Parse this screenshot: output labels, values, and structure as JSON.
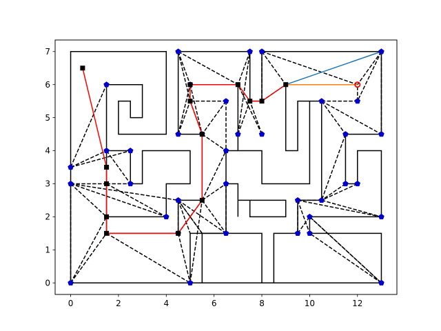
{
  "chart_data": {
    "type": "scatter",
    "title": "",
    "xlabel": "",
    "ylabel": "",
    "xlim": [
      -0.65,
      13.65
    ],
    "ylim": [
      -0.35,
      7.35
    ],
    "grid": false,
    "xticks": [
      0,
      2,
      4,
      6,
      8,
      10,
      12
    ],
    "xtick_labels": [
      "0",
      "2",
      "4",
      "6",
      "8",
      "10",
      "12"
    ],
    "yticks": [
      0,
      1,
      2,
      3,
      4,
      5,
      6,
      7
    ],
    "ytick_labels": [
      "0",
      "1",
      "2",
      "3",
      "4",
      "5",
      "6",
      "7"
    ],
    "colors": {
      "walls": "#000000",
      "visibility_edges": "#000000",
      "path": "#ff0000",
      "blue_line": "#1f77b4",
      "orange_line": "#ff7f0e",
      "vertices": "#0000cc",
      "waypoints": "#000000",
      "start": "#000000",
      "goal": "#ff0000"
    },
    "walls": [
      [
        [
          0,
          0
        ],
        [
          0,
          7
        ],
        [
          4,
          7
        ],
        [
          4,
          4.5
        ],
        [
          2,
          4.5
        ],
        [
          2,
          5.5
        ],
        [
          2.5,
          5.5
        ],
        [
          2.5,
          5
        ],
        [
          3,
          5
        ],
        [
          3,
          6
        ],
        [
          1.5,
          6
        ],
        [
          1.5,
          1.5
        ],
        [
          4.5,
          1.5
        ],
        [
          4.5,
          2.5
        ],
        [
          5.5,
          2.5
        ],
        [
          5.5,
          4.5
        ],
        [
          4.5,
          4.5
        ],
        [
          4.5,
          7
        ],
        [
          7.5,
          7
        ],
        [
          7.5,
          5.5
        ],
        [
          8,
          5.5
        ],
        [
          8,
          7
        ],
        [
          13,
          7
        ],
        [
          13,
          4.5
        ],
        [
          11.5,
          4.5
        ],
        [
          11.5,
          3
        ],
        [
          12,
          3
        ],
        [
          12,
          4
        ],
        [
          13,
          4
        ],
        [
          13,
          2
        ],
        [
          10,
          2
        ],
        [
          10,
          1.5
        ],
        [
          13,
          1.5
        ],
        [
          13,
          0
        ],
        [
          0,
          0
        ]
      ],
      [
        [
          1.5,
          4
        ],
        [
          2.5,
          4
        ],
        [
          2.5,
          3
        ],
        [
          3,
          3
        ],
        [
          3,
          4
        ],
        [
          5,
          4
        ],
        [
          5,
          3
        ],
        [
          4,
          3
        ],
        [
          4,
          2
        ],
        [
          1.5,
          2
        ]
      ],
      [
        [
          5,
          6
        ],
        [
          7,
          6
        ],
        [
          7,
          4.5
        ],
        [
          7,
          4
        ],
        [
          8,
          4
        ],
        [
          8,
          3
        ],
        [
          10,
          3
        ],
        [
          10,
          5.5
        ],
        [
          10.5,
          5.5
        ],
        [
          10.5,
          2.5
        ],
        [
          9.5,
          2.5
        ],
        [
          9.5,
          1.5
        ]
      ],
      [
        [
          9,
          6
        ],
        [
          9,
          4
        ],
        [
          9.5,
          4
        ],
        [
          9.5,
          5.5
        ],
        [
          10,
          5.5
        ]
      ],
      [
        [
          5,
          0
        ],
        [
          5,
          1.5
        ],
        [
          6.5,
          1.5
        ],
        [
          6.5,
          3
        ],
        [
          7,
          3
        ],
        [
          7,
          2.5
        ],
        [
          7.5,
          2.5
        ],
        [
          7.5,
          2
        ],
        [
          9,
          2
        ],
        [
          9,
          2.5
        ],
        [
          7.5,
          2.5
        ]
      ],
      [
        [
          5.5,
          0
        ],
        [
          5.5,
          1.5
        ],
        [
          8,
          1.5
        ],
        [
          8,
          0
        ],
        [
          5.5,
          0
        ]
      ],
      [
        [
          8.5,
          0
        ],
        [
          8.5,
          1.5
        ],
        [
          9.5,
          1.5
        ]
      ],
      [
        [
          6.5,
          3
        ],
        [
          6.5,
          4
        ],
        [
          7,
          4
        ]
      ],
      [
        [
          7,
          2
        ],
        [
          7,
          2.5
        ]
      ]
    ],
    "visibility_edges": [
      [
        [
          0,
          3.5
        ],
        [
          1.5,
          6
        ]
      ],
      [
        [
          0,
          3.5
        ],
        [
          1.5,
          4
        ]
      ],
      [
        [
          0,
          3.5
        ],
        [
          2.5,
          4
        ]
      ],
      [
        [
          1.5,
          4
        ],
        [
          2.5,
          3
        ]
      ],
      [
        [
          0,
          3
        ],
        [
          1.5,
          3
        ]
      ],
      [
        [
          0,
          3
        ],
        [
          4,
          2
        ]
      ],
      [
        [
          0,
          3
        ],
        [
          4.5,
          2.5
        ]
      ],
      [
        [
          0,
          3
        ],
        [
          0,
          0
        ]
      ],
      [
        [
          0,
          3
        ],
        [
          1.5,
          2
        ]
      ],
      [
        [
          1.5,
          3
        ],
        [
          2.5,
          3
        ]
      ],
      [
        [
          1.5,
          3
        ],
        [
          4,
          2
        ]
      ],
      [
        [
          0,
          0
        ],
        [
          1.5,
          2
        ]
      ],
      [
        [
          0,
          0
        ],
        [
          1.5,
          1.5
        ]
      ],
      [
        [
          0,
          0
        ],
        [
          5,
          0
        ]
      ],
      [
        [
          1.5,
          1.5
        ],
        [
          5,
          0
        ]
      ],
      [
        [
          4.5,
          1.5
        ],
        [
          5,
          0
        ]
      ],
      [
        [
          4.5,
          2.5
        ],
        [
          4.5,
          1.5
        ]
      ],
      [
        [
          4.5,
          2.5
        ],
        [
          5,
          1.5
        ]
      ],
      [
        [
          4.5,
          2.5
        ],
        [
          5.5,
          1.5
        ]
      ],
      [
        [
          4.5,
          2.5
        ],
        [
          6.5,
          1.5
        ]
      ],
      [
        [
          5,
          0
        ],
        [
          5.5,
          2.5
        ]
      ],
      [
        [
          5.5,
          2.5
        ],
        [
          6.5,
          1.5
        ]
      ],
      [
        [
          5.5,
          2.5
        ],
        [
          6.5,
          3
        ]
      ],
      [
        [
          5.5,
          2.5
        ],
        [
          6.5,
          4
        ]
      ],
      [
        [
          5.5,
          2.5
        ],
        [
          4.5,
          1.5
        ]
      ],
      [
        [
          6.5,
          3
        ],
        [
          6.5,
          1.5
        ]
      ],
      [
        [
          5.5,
          1.5
        ],
        [
          4.5,
          2.5
        ]
      ],
      [
        [
          4.5,
          7
        ],
        [
          5,
          6
        ]
      ],
      [
        [
          4.5,
          7
        ],
        [
          5,
          5.5
        ]
      ],
      [
        [
          4.5,
          7
        ],
        [
          7,
          6
        ]
      ],
      [
        [
          4.5,
          4.5
        ],
        [
          5,
          6
        ]
      ],
      [
        [
          4.5,
          4.5
        ],
        [
          5,
          5.5
        ]
      ],
      [
        [
          5,
          5.5
        ],
        [
          6.5,
          5.5
        ]
      ],
      [
        [
          5,
          5.5
        ],
        [
          5.5,
          4.5
        ]
      ],
      [
        [
          6.5,
          5.5
        ],
        [
          5.5,
          4.5
        ]
      ],
      [
        [
          6.5,
          5.5
        ],
        [
          6.5,
          4
        ]
      ],
      [
        [
          5.5,
          4.5
        ],
        [
          6.5,
          4
        ]
      ],
      [
        [
          5,
          6
        ],
        [
          5.5,
          4.5
        ]
      ],
      [
        [
          7.5,
          7
        ],
        [
          7,
          6
        ]
      ],
      [
        [
          7,
          4.5
        ],
        [
          7.5,
          7
        ]
      ],
      [
        [
          7,
          4.5
        ],
        [
          7.5,
          5.5
        ]
      ],
      [
        [
          8,
          4.5
        ],
        [
          7.5,
          5.5
        ]
      ],
      [
        [
          8,
          4.5
        ],
        [
          7,
          6
        ]
      ],
      [
        [
          8,
          7
        ],
        [
          8,
          5.5
        ]
      ],
      [
        [
          8,
          7
        ],
        [
          9,
          6
        ]
      ],
      [
        [
          8,
          7
        ],
        [
          12,
          6
        ]
      ],
      [
        [
          8,
          5.5
        ],
        [
          9,
          6
        ]
      ],
      [
        [
          13,
          7
        ],
        [
          12,
          6
        ]
      ],
      [
        [
          13,
          7
        ],
        [
          12,
          5.5
        ]
      ],
      [
        [
          13,
          7
        ],
        [
          13,
          4.5
        ]
      ],
      [
        [
          12,
          5.5
        ],
        [
          12,
          6
        ]
      ],
      [
        [
          10.5,
          5.5
        ],
        [
          12,
          5.5
        ]
      ],
      [
        [
          10.5,
          5.5
        ],
        [
          13,
          4.5
        ]
      ],
      [
        [
          10.5,
          5.5
        ],
        [
          11.5,
          4.5
        ]
      ],
      [
        [
          11.5,
          4.5
        ],
        [
          10.5,
          2.5
        ]
      ],
      [
        [
          10.5,
          5.5
        ],
        [
          10.5,
          2.5
        ]
      ],
      [
        [
          11.5,
          3
        ],
        [
          10.5,
          2.5
        ]
      ],
      [
        [
          12,
          3
        ],
        [
          10.5,
          2.5
        ]
      ],
      [
        [
          10.5,
          2.5
        ],
        [
          9.5,
          2.5
        ]
      ],
      [
        [
          9.5,
          2.5
        ],
        [
          13,
          2
        ]
      ],
      [
        [
          10.5,
          2.5
        ],
        [
          13,
          2
        ]
      ],
      [
        [
          9.5,
          2.5
        ],
        [
          10,
          1.5
        ]
      ],
      [
        [
          9.5,
          2.5
        ],
        [
          9.5,
          1.5
        ]
      ],
      [
        [
          9.5,
          1.5
        ],
        [
          10,
          2
        ]
      ],
      [
        [
          10,
          2
        ],
        [
          13,
          0
        ]
      ],
      [
        [
          13,
          0
        ],
        [
          10,
          1.5
        ]
      ],
      [
        [
          13,
          0
        ],
        [
          10,
          2
        ]
      ]
    ],
    "vertices": {
      "x": [
        0,
        1.5,
        2.5,
        0,
        2.5,
        1.5,
        4,
        4.5,
        4.5,
        5,
        5.5,
        6.5,
        6.5,
        0,
        5,
        4.5,
        4.5,
        6.5,
        6.5,
        7.5,
        8,
        7,
        8,
        10.5,
        11.5,
        11.5,
        12,
        9.5,
        10.5,
        10,
        9.5,
        10,
        12,
        13,
        13,
        13,
        13
      ],
      "y": [
        3.5,
        6,
        4,
        3,
        3,
        4,
        2,
        4.5,
        7,
        6,
        4.5,
        5.5,
        4,
        0,
        0,
        2.5,
        1.5,
        3,
        1.5,
        7,
        7,
        4.5,
        4.5,
        5.5,
        4.5,
        3,
        3,
        2.5,
        2.5,
        2,
        1.5,
        1.5,
        5.5,
        7,
        4.5,
        2,
        0
      ]
    },
    "waypoints": {
      "x": [
        1.5,
        1.5,
        1.5,
        1.5,
        4.5,
        5.5,
        5.5,
        5,
        5,
        7,
        7.5,
        8,
        9
      ],
      "y": [
        3.5,
        3,
        2,
        1.5,
        1.5,
        2.5,
        4.5,
        5.5,
        6,
        6,
        5.5,
        5.5,
        6
      ]
    },
    "start": [
      0.5,
      6.5
    ],
    "goal": [
      12,
      6
    ],
    "path": {
      "x": [
        0.5,
        1.5,
        1.5,
        1.5,
        1.5,
        4.5,
        5.5,
        5.5,
        5,
        5,
        7,
        7.5,
        8,
        9
      ],
      "y": [
        6.5,
        3.5,
        3,
        2,
        1.5,
        1.5,
        2.5,
        4.5,
        5.5,
        6,
        6,
        5.5,
        5.5,
        6
      ]
    },
    "blue_line": {
      "x": [
        9,
        13
      ],
      "y": [
        6,
        7
      ]
    },
    "orange_line": {
      "x": [
        9,
        12
      ],
      "y": [
        6,
        6
      ]
    }
  }
}
